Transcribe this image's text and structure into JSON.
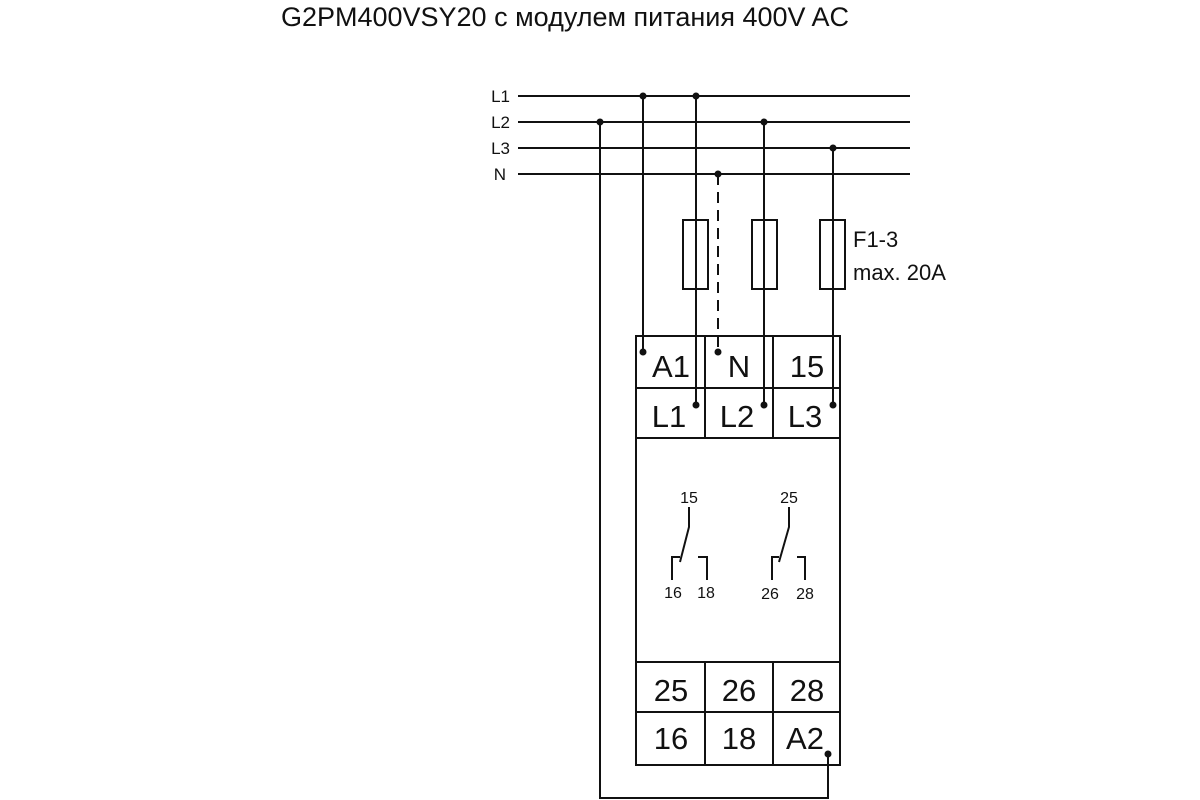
{
  "title": "G2PM400VSY20 с модулем питания 400V AC",
  "bus_labels": [
    "L1",
    "L2",
    "L3",
    "N"
  ],
  "fuse_label": {
    "line1": "F1-3",
    "line2": "max. 20A"
  },
  "terminals_top": {
    "row1": [
      "A1",
      "N",
      "15"
    ],
    "row2": [
      "L1",
      "L2",
      "L3"
    ]
  },
  "terminals_bottom": {
    "row1": [
      "25",
      "26",
      "28"
    ],
    "row2": [
      "16",
      "18",
      "A2"
    ]
  },
  "contacts": [
    {
      "common": "15",
      "nc": "16",
      "no": "18"
    },
    {
      "common": "25",
      "nc": "26",
      "no": "28"
    }
  ],
  "colors": {
    "line": "#111111",
    "background": "#ffffff"
  }
}
